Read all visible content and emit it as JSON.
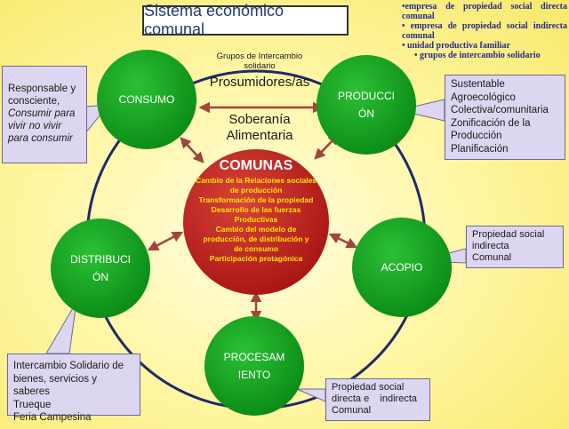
{
  "title": "Sistema económico comunal",
  "legend": [
    "•empresa de propiedad social directa comunal",
    "• empresa de propiedad social indirecta comunal",
    "• unidad productiva familiar",
    "• grupos de intercambio solidario"
  ],
  "center": {
    "title": "COMUNAS",
    "lines": [
      "Cambio de la Relaciones sociales",
      "de producción",
      "Transformación de la propiedad",
      "Desarrollo de las fuerzas",
      "Productivas",
      "Cambio del modelo de",
      "producción, de distribución y",
      "de consumo",
      "Participación protagónica"
    ]
  },
  "nodes": {
    "consumo": "CONSUMO",
    "produccion": [
      "PRODUCCI",
      "ÓN"
    ],
    "acopio": "ACOPIO",
    "procesamiento": [
      "PROCESAM",
      "IENTO"
    ],
    "distribucion": [
      "DISTRIBUCI",
      "ÓN"
    ]
  },
  "top_labels": {
    "grupos": [
      "Grupos de Intercambio",
      "solidario"
    ],
    "prosumidores": "Prosumidores/as",
    "soberania": [
      "Soberanía",
      "Alimentaria"
    ]
  },
  "callouts": {
    "consumo": {
      "lines": [
        "Responsable y",
        "consciente,"
      ],
      "italic_lines": [
        "Consumir para",
        "vivir no vivir",
        "para consumir"
      ]
    },
    "produccion": [
      "Sustentable",
      "Agroecológico",
      "Colectiva/comunitaria",
      "Zonificación de la",
      "Producción",
      "Planificación"
    ],
    "acopio": [
      "Propiedad social",
      "indirecta",
      "Comunal"
    ],
    "distribucion": [
      "Intercambio Solidario de",
      "bienes, servicios y saberes",
      "Trueque",
      "Feria Campesina"
    ],
    "procesamiento": [
      "Propiedad social",
      "directa e    indirecta",
      "Comunal"
    ]
  },
  "colors": {
    "node_green": "#0e9b1a",
    "center_red": "#c8201e",
    "ring_navy": "#1d2a6b",
    "arrow": "#a0443e",
    "callout_fill": "#ddd6f0",
    "text_yellow": "#ffe500"
  }
}
